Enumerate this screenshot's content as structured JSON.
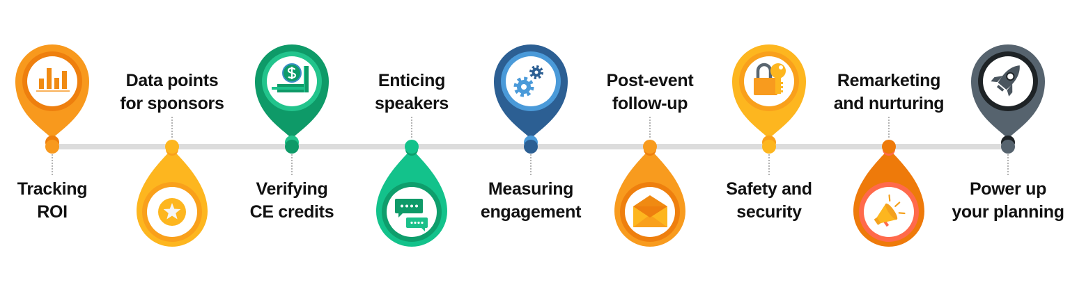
{
  "infographic": {
    "timeline_color": "#DCDCDC",
    "connector_color": "#9A9A9A",
    "text_color": "#111111",
    "inner_fill": "#FFFFFF"
  },
  "steps": [
    {
      "label_lines": [
        "Tracking",
        "ROI"
      ],
      "icon": "bar-chart-icon",
      "marker": "pin-above-line",
      "label_position": "below",
      "colors": {
        "body": "#F8991D",
        "ring": "#EE7F0E",
        "icon": "#F08A12",
        "icon_accent": "#F9B15A"
      }
    },
    {
      "label_lines": [
        "Data points",
        "for sponsors"
      ],
      "icon": "star-badge-icon",
      "marker": "drop-below-line",
      "label_position": "above",
      "colors": {
        "body": "#FDB61F",
        "ring": "#F9A01B",
        "icon": "#FDB61F",
        "icon_accent": "#F5F5F5"
      }
    },
    {
      "label_lines": [
        "Verifying",
        "CE credits"
      ],
      "icon": "money-icon",
      "marker": "pin-above-line",
      "label_position": "below",
      "colors": {
        "body": "#0E9A68",
        "ring": "#22C48C",
        "icon": "#0E9A68",
        "icon_accent": "#3B8EC6",
        "icon_light": "#1BC08A"
      }
    },
    {
      "label_lines": [
        "Enticing",
        "speakers"
      ],
      "icon": "chat-bubbles-icon",
      "marker": "drop-below-line",
      "label_position": "above",
      "colors": {
        "body": "#13C28B",
        "ring": "#0E9E6C",
        "icon": "#0E9A68",
        "icon_light": "#1BC08A"
      }
    },
    {
      "label_lines": [
        "Measuring",
        "engagement"
      ],
      "icon": "gears-icon",
      "marker": "pin-above-line",
      "label_position": "below",
      "colors": {
        "body": "#2C5F93",
        "ring": "#4A9AD9",
        "icon": "#4A9AD9",
        "icon_dark": "#2C5F93"
      }
    },
    {
      "label_lines": [
        "Post-event",
        "follow-up"
      ],
      "icon": "envelope-icon",
      "marker": "drop-below-line",
      "label_position": "above",
      "colors": {
        "body": "#F89B1E",
        "ring": "#EE7F0E",
        "icon": "#FDB61F",
        "icon_mid": "#F9A01B",
        "icon_flap": "#F08A12",
        "icon_dark": "#EE7F0E"
      }
    },
    {
      "label_lines": [
        "Safety and",
        "security"
      ],
      "icon": "lock-key-icon",
      "marker": "pin-above-line",
      "label_position": "below",
      "colors": {
        "body": "#FDB61F",
        "ring": "#F9A01B",
        "icon": "#F89B1E",
        "icon_shackle": "#5A6670",
        "icon_key": "#FDB61F"
      }
    },
    {
      "label_lines": [
        "Remarketing",
        "and nurturing"
      ],
      "icon": "megaphone-icon",
      "marker": "drop-below-line",
      "label_position": "above",
      "colors": {
        "body": "#EE7A0A",
        "ring": "#FF6A4B",
        "icon": "#FDB61F",
        "icon_dark": "#F4A11E",
        "icon_accent": "#FF6A4B"
      }
    },
    {
      "label_lines": [
        "Power up",
        "your planning"
      ],
      "icon": "rocket-icon",
      "marker": "pin-above-line",
      "label_position": "below",
      "colors": {
        "body": "#56636E",
        "ring": "#1E2326",
        "icon": "#4A555E"
      }
    }
  ]
}
